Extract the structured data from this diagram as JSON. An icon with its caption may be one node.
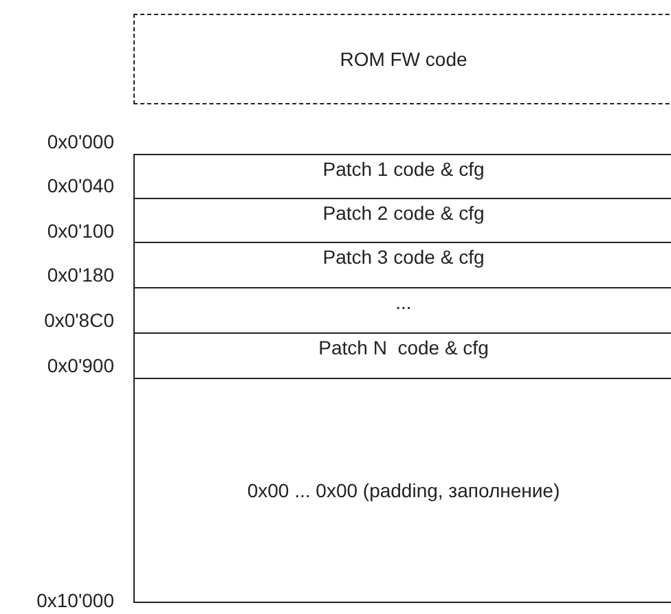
{
  "diagram": {
    "nodes": [
      {
        "text": [
          "ROM FW code"
        ]
      },
      {
        "text": [
          "Patch 1 code & cfg"
        ]
      },
      {
        "text": [
          "Patch 2 code & cfg"
        ]
      },
      {
        "text": [
          "Patch 3 code & cfg"
        ]
      },
      {
        "text": [
          "..."
        ]
      },
      {
        "text": [
          "Patch N  code & cfg"
        ]
      },
      {
        "text": [
          "0x00 ... 0x00 (padding, заполнение)"
        ]
      }
    ],
    "edges": [],
    "labels": [
      "0x0'000",
      "0x0'040",
      "0x0'100",
      "0x0'180",
      "0x0'8C0",
      "0x0'900",
      "0x10'000"
    ]
  }
}
